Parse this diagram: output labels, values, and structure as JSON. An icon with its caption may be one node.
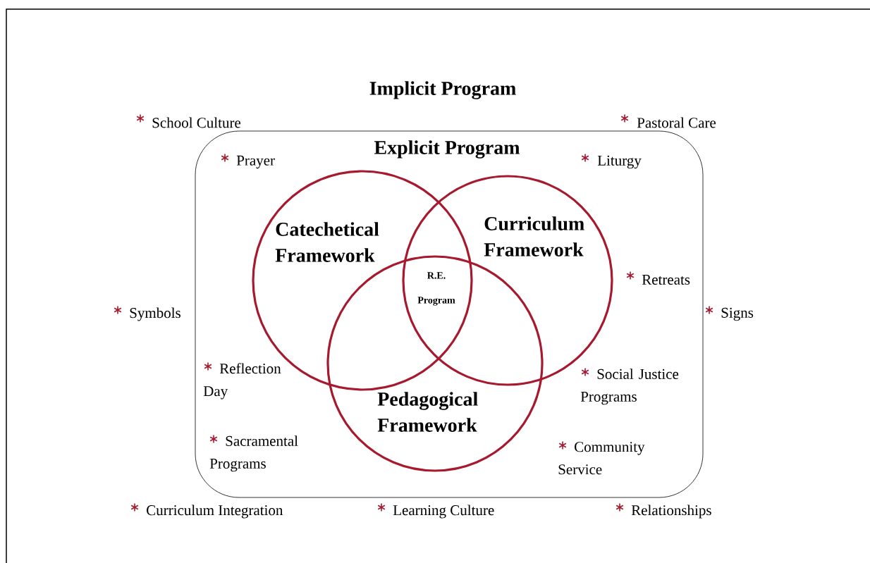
{
  "diagram": {
    "title": "Implicit Program",
    "nodes": [
      {
        "text": [
          "Explicit Program"
        ]
      },
      {
        "text": [
          "Catechetical Framework"
        ],
        "in": 0
      },
      {
        "text": [
          "Curriculum Framework"
        ],
        "in": 0
      },
      {
        "text": [
          "Pedagogical Framework"
        ],
        "in": 0
      }
    ],
    "labels": [
      "School Culture",
      "Pastoral Care",
      "Prayer",
      "Liturgy",
      "R.E. Program",
      "Retreats",
      "Symbols",
      "Signs",
      "Reflection Day",
      "Social Justice Programs",
      "Sacramental Programs",
      "Community Service",
      "Curriculum Integration",
      "Learning Culture",
      "Relationships"
    ]
  }
}
